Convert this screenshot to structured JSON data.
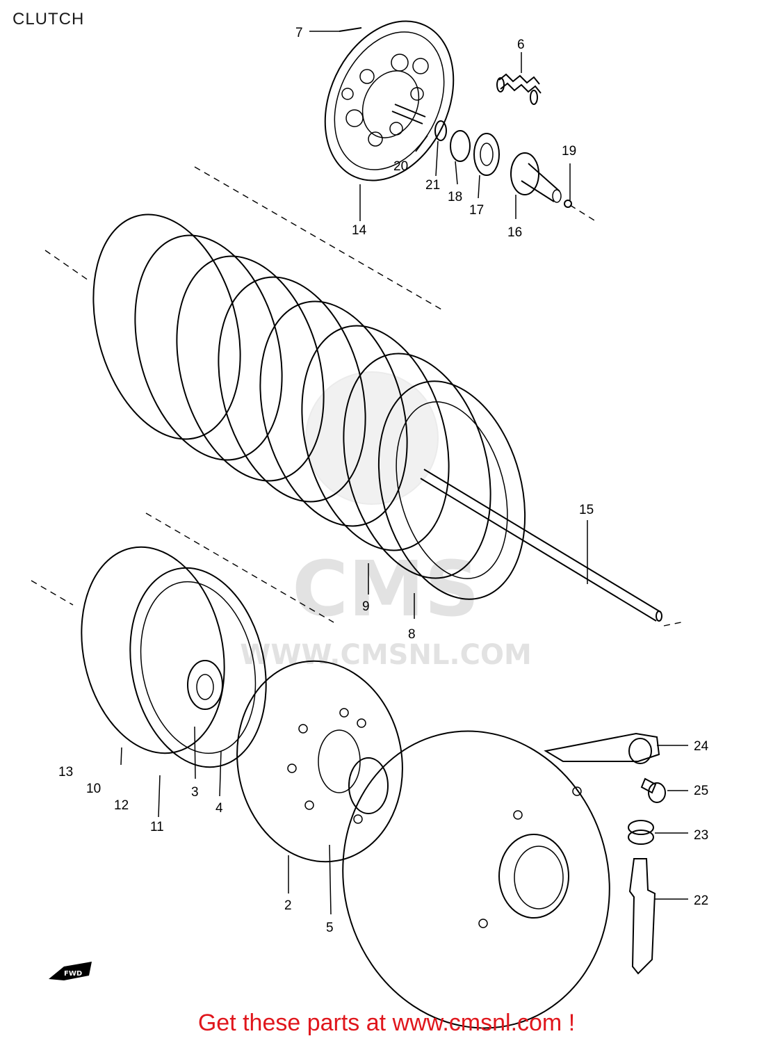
{
  "header": {
    "section_title": "CLUTCH"
  },
  "watermark": {
    "brand": "CMS",
    "url": "WWW.CMSNL.COM"
  },
  "direction_marker": {
    "label": "FWD"
  },
  "footer": {
    "link_text": "Get these parts at www.cmsnl.com !"
  },
  "callouts": {
    "c7": "7",
    "c6": "6",
    "c20": "20",
    "c21": "21",
    "c18": "18",
    "c17": "17",
    "c19": "19",
    "c16": "16",
    "c14": "14",
    "c15": "15",
    "c9": "9",
    "c8": "8",
    "c24": "24",
    "c25": "25",
    "c23": "23",
    "c22": "22",
    "c13": "13",
    "c10": "10",
    "c12": "12",
    "c11": "11",
    "c3": "3",
    "c4": "4",
    "c2": "2",
    "c5": "5"
  },
  "colors": {
    "footer_text": "#e0161c",
    "line_art": "#000000",
    "watermark": "#e6e6e6"
  }
}
